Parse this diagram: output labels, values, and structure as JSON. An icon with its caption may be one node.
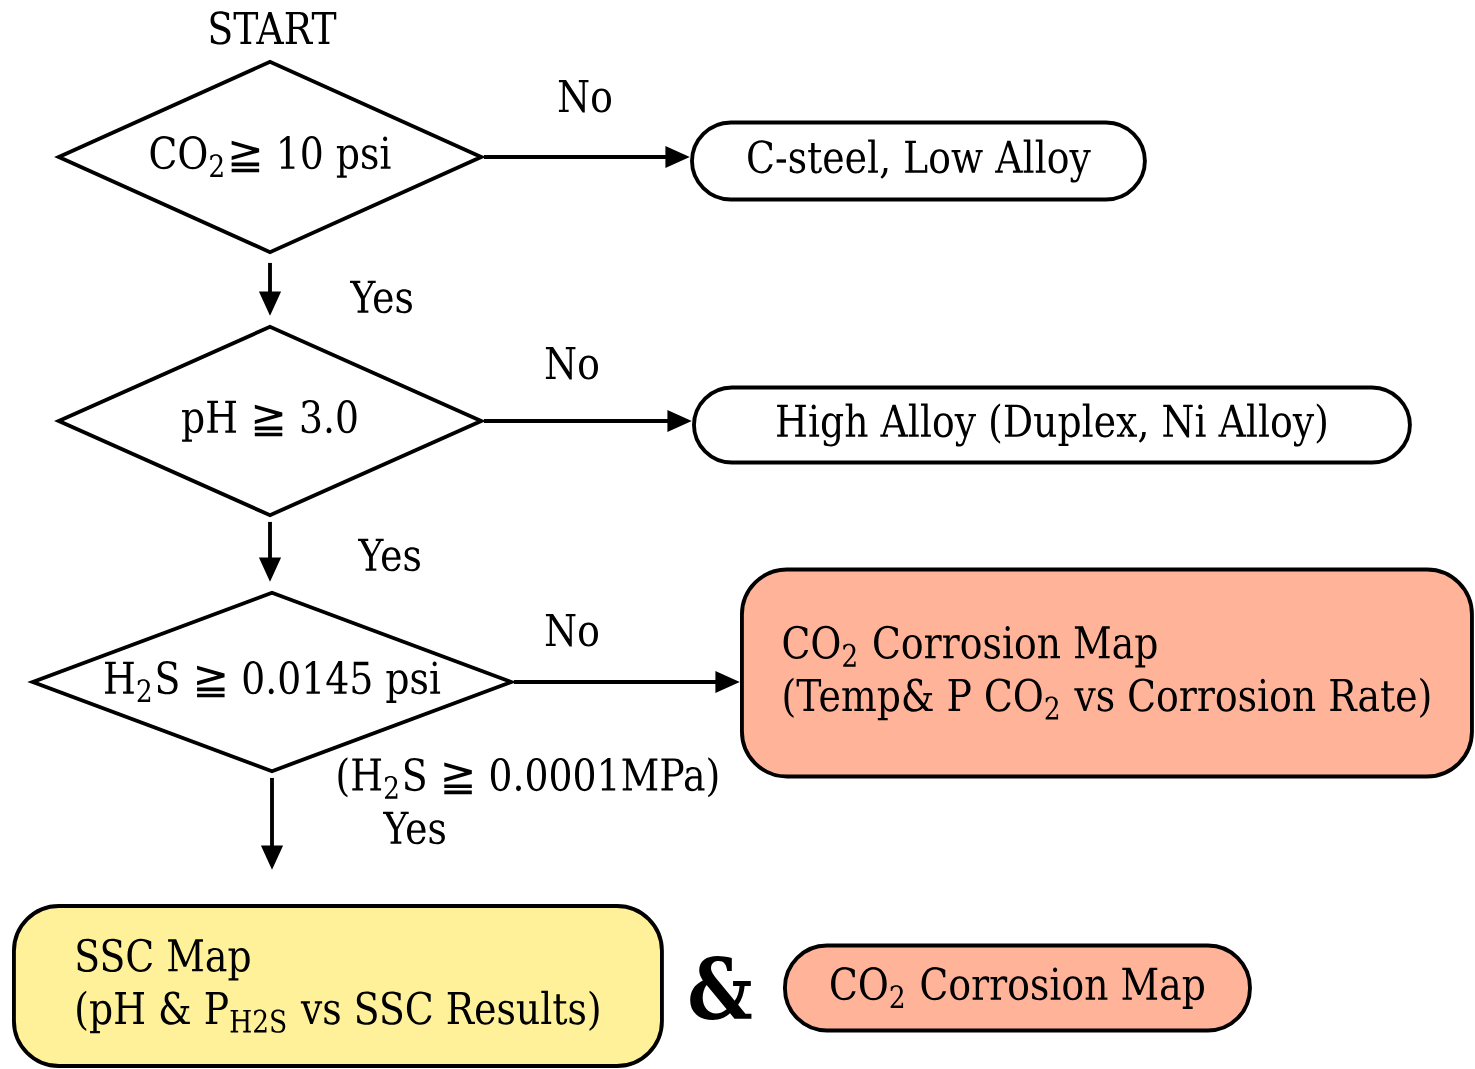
{
  "diagram": {
    "title": "START",
    "nodes": [
      {
        "text": [
          "CO$_{2}$≧ 10 psi"
        ]
      },
      {
        "text": [
          "C-steel, Low Alloy"
        ]
      },
      {
        "text": [
          "pH ≧ 3.0"
        ]
      },
      {
        "text": [
          "High Alloy (Duplex, Ni Alloy)"
        ]
      },
      {
        "text": [
          "H$_{2}$S ≧ 0.0145 psi"
        ],
        "beside": [
          "(H$_{2}$S ≧ 0.0001MPa)"
        ]
      },
      {
        "text": [
          "CO$_{2}$ Corrosion Map",
          "(Temp& P CO$_{2}$ vs Corrosion Rate)"
        ]
      },
      {
        "text": [
          "SSC Map",
          "(pH & P$_{H2S}$ vs SSC Results)"
        ]
      },
      {
        "text": [
          "CO$_{2}$ Corrosion Map"
        ]
      }
    ],
    "edges": [
      {
        "from": 0,
        "to": 1,
        "arrow": "to",
        "label": "No"
      },
      {
        "from": 0,
        "to": 2,
        "arrow": "to",
        "label": "Yes"
      },
      {
        "from": 2,
        "to": 3,
        "arrow": "to",
        "label": "No"
      },
      {
        "from": 2,
        "to": 4,
        "arrow": "to",
        "label": "Yes"
      },
      {
        "from": 4,
        "to": 5,
        "arrow": "to",
        "label": "No"
      },
      {
        "from": 4,
        "to": 6,
        "arrow": "to",
        "label": "Yes"
      }
    ],
    "labels": [
      "&"
    ]
  }
}
